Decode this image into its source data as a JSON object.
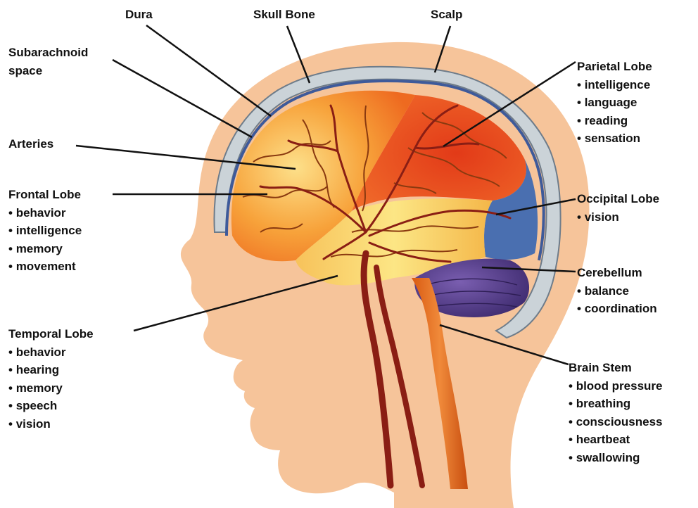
{
  "labels": {
    "dura": {
      "title": "Dura"
    },
    "skull_bone": {
      "title": "Skull Bone"
    },
    "scalp": {
      "title": "Scalp"
    },
    "subarachnoid": {
      "title_line1": "Subarachnoid",
      "title_line2": "space"
    },
    "arteries": {
      "title": "Arteries"
    },
    "frontal_lobe": {
      "title": "Frontal Lobe",
      "items": [
        "behavior",
        "intelligence",
        "memory",
        "movement"
      ]
    },
    "temporal_lobe": {
      "title": "Temporal Lobe",
      "items": [
        "behavior",
        "hearing",
        "memory",
        "speech",
        "vision"
      ]
    },
    "parietal_lobe": {
      "title": "Parietal Lobe",
      "items": [
        "intelligence",
        "language",
        "reading",
        "sensation"
      ]
    },
    "occipital_lobe": {
      "title": "Occipital Lobe",
      "items": [
        "vision"
      ]
    },
    "cerebellum": {
      "title": "Cerebellum",
      "items": [
        "balance",
        "coordination"
      ]
    },
    "brain_stem": {
      "title": "Brain Stem",
      "items": [
        "blood pressure",
        "breathing",
        "consciousness",
        "heartbeat",
        "swallowing"
      ]
    }
  },
  "colors": {
    "skin": "#F6C49A",
    "skull": "#CBD3D8",
    "frontal": "#F59A2E",
    "parietal": "#E8431C",
    "temporal": "#FBE27A",
    "occipital": "#4A6FB0",
    "cerebellum": "#5A3E8C",
    "brain_stem": "#E06A18",
    "artery": "#8A1E14",
    "leader_line": "#111111"
  }
}
